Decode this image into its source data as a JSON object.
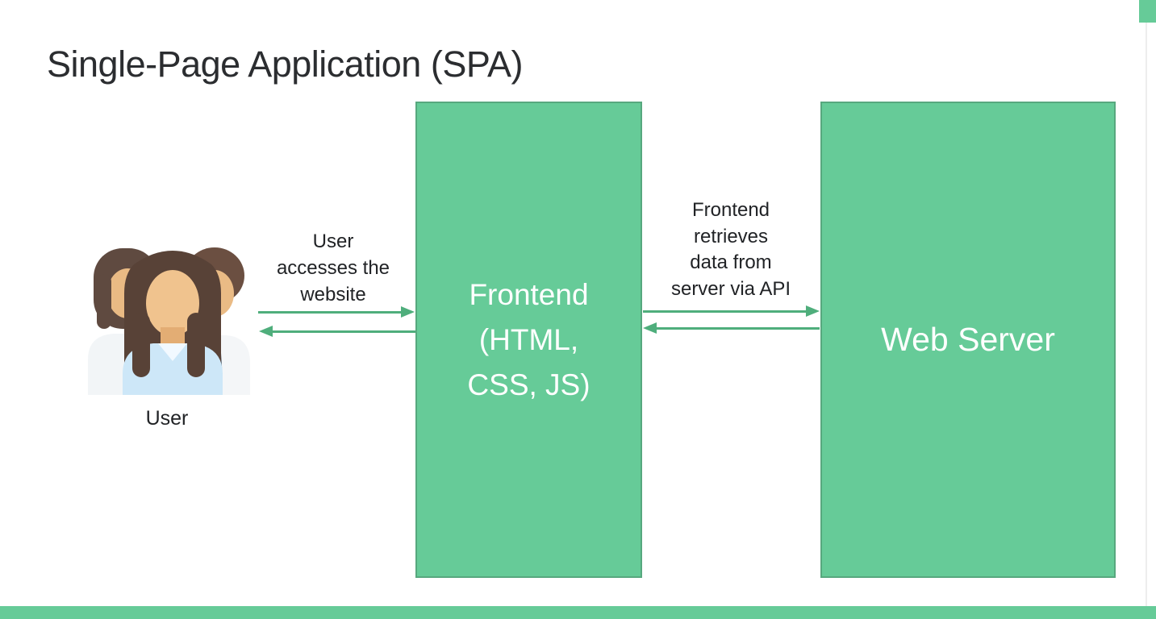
{
  "slide": {
    "title": "Single-Page Application (SPA)"
  },
  "nodes": {
    "frontend": {
      "label": "Frontend (HTML, CSS, JS)",
      "lines": [
        "Frontend",
        "(HTML,",
        "CSS, JS)"
      ]
    },
    "web_server": {
      "label": "Web Server"
    }
  },
  "actors": {
    "user": {
      "label": "User",
      "icon": "users-group-icon"
    }
  },
  "flows": {
    "user_frontend": {
      "label": "User accesses the website",
      "lines": [
        "User",
        "accesses the",
        "website"
      ],
      "direction": "bidirectional"
    },
    "frontend_server": {
      "label": "Frontend retrieves data from server via API",
      "lines": [
        "Frontend",
        "retrieves",
        "data from",
        "server via API"
      ],
      "direction": "bidirectional"
    }
  },
  "colors": {
    "accent_green": "#66cb98",
    "box_border_green": "#57a87e",
    "arrow_green": "#4fae7c",
    "text_dark": "#2b2d30",
    "text_on_green": "#ffffff"
  }
}
